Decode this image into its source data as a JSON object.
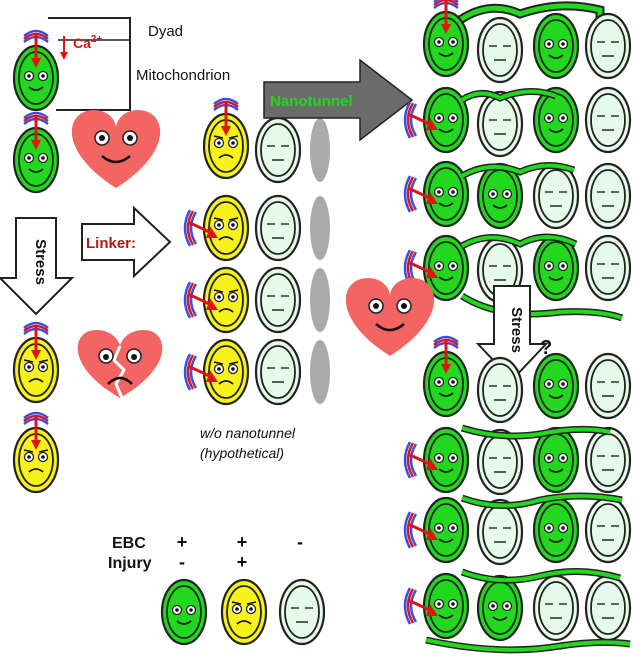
{
  "labels": {
    "dyad": "Dyad",
    "ca": "Ca",
    "ca_sup": "2+",
    "mitochondrion": "Mitochondrion",
    "nanotunnel": "Nanotunnel",
    "linker": "Linker:",
    "stress_left": "Stress",
    "stress_right": "Stress",
    "question": "?",
    "wo_line1": "w/o nanotunnel",
    "wo_line2": "(hypothetical)"
  },
  "legend": {
    "row1_label": "EBC",
    "row2_label": "Injury",
    "green": {
      "ebc": "+",
      "injury": "-"
    },
    "yellow": {
      "ebc": "+",
      "injury": "+"
    },
    "pale": {
      "ebc": "-",
      "injury": ""
    }
  },
  "colors": {
    "healthy": "#22d81e",
    "injured": "#f7f31a",
    "inactive": "#e6faea",
    "heart": "#f26563",
    "arrow_dark": "#6b6b6b",
    "linker_text": "#b01818",
    "nanotunnel_text": "#22d81e",
    "ca_red": "#e01414",
    "membrane_blue": "#3a4ee0"
  }
}
